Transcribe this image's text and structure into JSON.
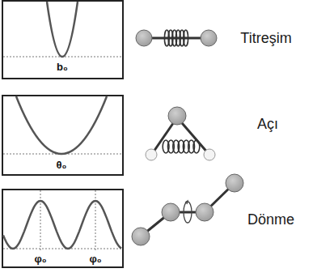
{
  "diagram": {
    "labels": [
      "b₀",
      "Titreşim",
      "θ₀",
      "Açı",
      "φ₀",
      "φ₀",
      "Dönme"
    ]
  }
}
